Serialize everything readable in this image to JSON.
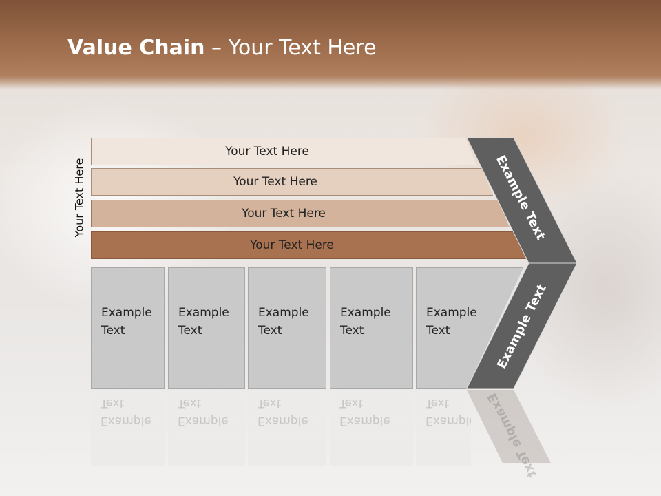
{
  "title": {
    "bold": "Value Chain",
    "rest": " – Your Text Here"
  },
  "side_label": "Your Text Here",
  "bars": [
    "Your Text Here",
    "Your Text Here",
    "Your Text Here",
    "Your Text Here"
  ],
  "boxes": [
    [
      "Example",
      "Text"
    ],
    [
      "Example",
      "Text"
    ],
    [
      "Example",
      "Text"
    ],
    [
      "Example",
      "Text"
    ],
    [
      "Example",
      "Text"
    ]
  ],
  "chevron": {
    "upper": "Example Text",
    "lower": "Example Text"
  },
  "colors": {
    "band": "#a06f4e",
    "chevron": "#5f5f5f",
    "box": "#c9c9c9",
    "bar_dark": "#a8714f"
  }
}
